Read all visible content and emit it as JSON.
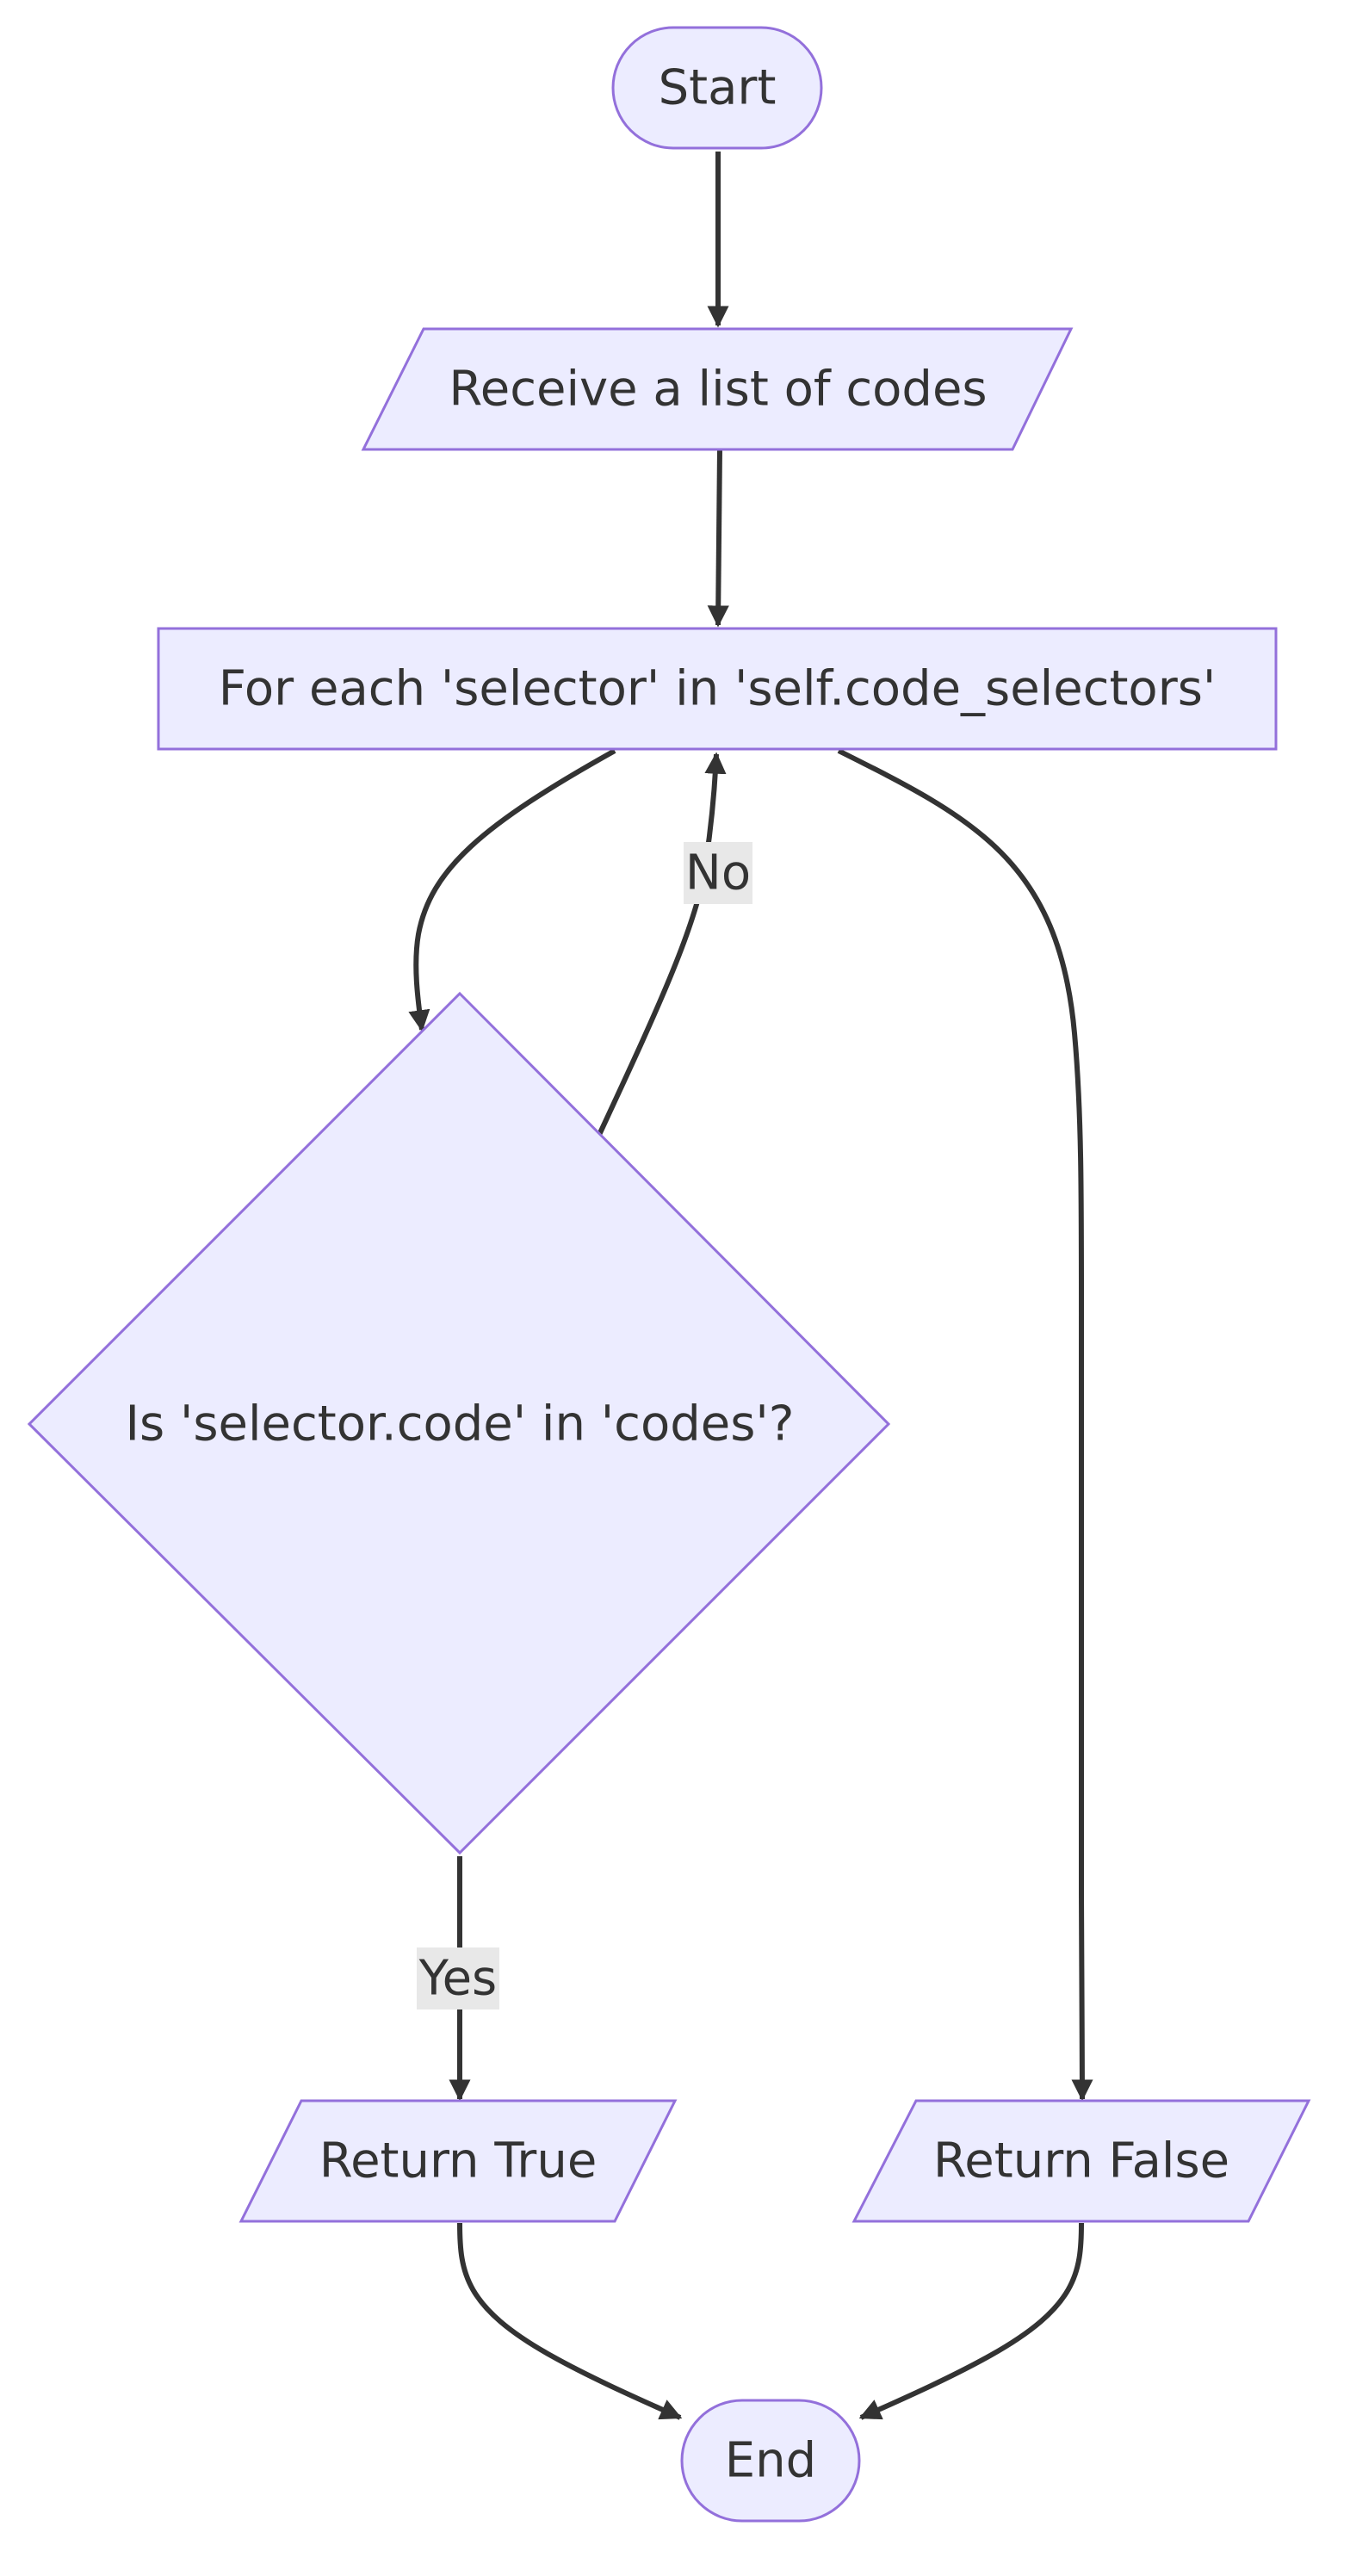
{
  "diagram": {
    "nodes": {
      "start": "Start",
      "receive": "Receive a list of codes",
      "loop": "For each 'selector' in 'self.code_selectors'",
      "decision": "Is 'selector.code' in 'codes'?",
      "return_true": "Return True",
      "return_false": "Return False",
      "end": "End"
    },
    "edge_labels": {
      "no": "No",
      "yes": "Yes"
    },
    "colors": {
      "node_fill": "#ececff",
      "node_stroke": "#9370db",
      "edge": "#333333",
      "label_bg": "#e8e8e8"
    }
  }
}
